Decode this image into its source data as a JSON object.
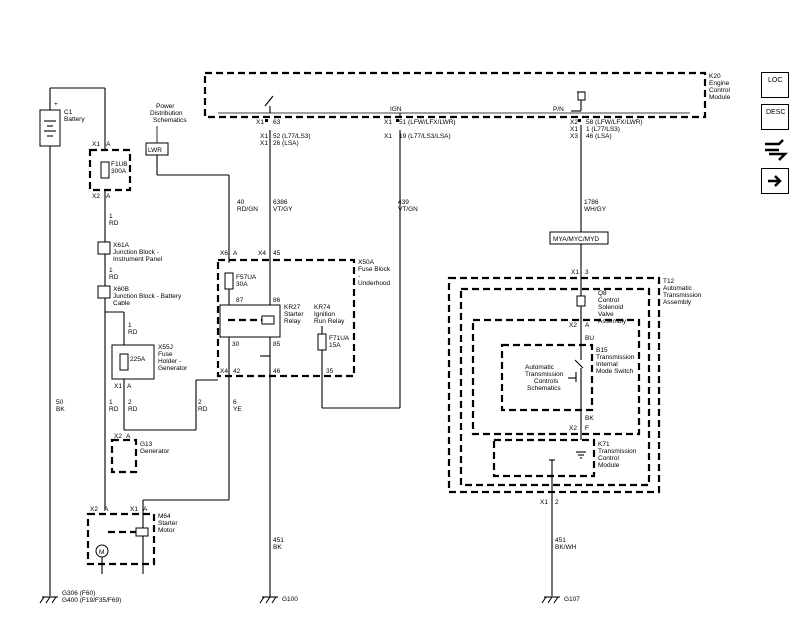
{
  "diagram": {
    "k20": {
      "id": "K20",
      "name_lines": [
        "Engine",
        "Control",
        "Module"
      ],
      "pin_ign": "IGN",
      "pin_pn": "P/N"
    },
    "c1": {
      "id": "C1",
      "name": "Battery"
    },
    "f1ub": {
      "id": "F1UB",
      "rating": "300A",
      "x1": "X1",
      "x2": "X2",
      "pin": "A"
    },
    "pds": {
      "lines": [
        "Power",
        "Distribution",
        "Schematics"
      ],
      "lwr": "LWR"
    },
    "wires": {
      "w_1rd_a": {
        "circuit": "1",
        "color": "RD"
      },
      "w_1rd_b": {
        "circuit": "1",
        "color": "RD"
      },
      "w_1rd_c": {
        "circuit": "1",
        "color": "RD"
      },
      "w_1rd_d": {
        "circuit": "1",
        "color": "RD"
      },
      "w_2rd_a": {
        "circuit": "2",
        "color": "RD"
      },
      "w_2rd_b": {
        "circuit": "2",
        "color": "RD"
      },
      "w_40": {
        "circuit": "40",
        "color": "RD/GN"
      },
      "w_6386": {
        "circuit": "6386",
        "color": "VT/GY"
      },
      "w_439": {
        "circuit": "439",
        "color": "VT/GN"
      },
      "w_1786": {
        "circuit": "1786",
        "color": "WH/GY"
      },
      "w_50": {
        "circuit": "50",
        "color": "BK"
      },
      "w_6": {
        "circuit": "6",
        "color": "YE"
      },
      "w_451a": {
        "circuit": "451",
        "color": "BK"
      },
      "w_451b": {
        "circuit": "451",
        "color": "BK/WH"
      },
      "bu": "BU",
      "bk": "BK"
    },
    "k20_conn": {
      "x1_63": "63",
      "x1_52": "52 (L77/LS3)",
      "x1_26": "26 (LSA)",
      "x1_51": "51 (LFW/LFX/LWR)",
      "x1_19": "19 (L77/LS3/LSA)",
      "x2_58": "58 (LFW/LFX/LWR)",
      "x1_1": "1 (L77/LS3)",
      "x3_46": "46 (LSA)",
      "x1": "X1",
      "x2": "X2",
      "x3": "X3"
    },
    "x61a": {
      "id": "X61A",
      "name_lines": [
        "Junction Block -",
        "Instrument Panel"
      ]
    },
    "x60b": {
      "id": "X60B",
      "name_lines": [
        "Junction Block - Battery",
        "Cable"
      ]
    },
    "x55j": {
      "id": "X55J",
      "name_lines": [
        "Fuse",
        "Holder -",
        "Generator"
      ],
      "rating": "225A",
      "x1": "X1",
      "pin": "A",
      "pin1": "1"
    },
    "g13": {
      "id": "G13",
      "name": "Generator",
      "x2": "X2",
      "pin": "A"
    },
    "m64": {
      "id": "M64",
      "name_lines": [
        "Starter",
        "Motor"
      ],
      "x1": "X1",
      "x2": "X2",
      "pin": "A",
      "motor": "M"
    },
    "x50a": {
      "id": "X50A",
      "name_lines": [
        "Fuse Block",
        "-",
        "Underhood"
      ],
      "x6": "X6",
      "pin_a": "A",
      "x4_top": "X4",
      "pin_45": "45",
      "x4_bot": "X4",
      "pin_42": "42",
      "pin_46": "46",
      "pin_35": "35"
    },
    "f57ua": {
      "id": "F57UA",
      "rating": "30A"
    },
    "kr27": {
      "id": "KR27",
      "name_lines": [
        "Starter",
        "Relay"
      ],
      "p87": "87",
      "p86": "86",
      "p30": "30",
      "p85": "85"
    },
    "kr74": {
      "id": "KR74",
      "name_lines": [
        "Ignition",
        "Run Relay"
      ]
    },
    "f71ua": {
      "id": "F71UA",
      "rating": "15A"
    },
    "myam": {
      "label": "MYA/MYC/MYD"
    },
    "t12": {
      "id": "T12",
      "name_lines": [
        "Automatic",
        "Transmission",
        "Assembly"
      ],
      "x1": "X1",
      "pin": "3"
    },
    "q8": {
      "id": "Q8",
      "name_lines": [
        "Control",
        "Solenoid",
        "Valve",
        "Assembly"
      ],
      "x2": "X2",
      "pin": "A"
    },
    "b15": {
      "id": "B15",
      "name_lines": [
        "Transmission",
        "Internal",
        "Mode Switch"
      ]
    },
    "ats": {
      "lines": [
        "Automatic",
        "Transmission",
        "Controls",
        "Schematics"
      ]
    },
    "k71": {
      "id": "K71",
      "name_lines": [
        "Transmission",
        "Control",
        "Module"
      ],
      "x2": "X2",
      "pin": "F"
    },
    "k71_conn": {
      "x1": "X1",
      "pin": "2"
    },
    "grounds": {
      "g306": "G306 (F60)",
      "g400": "G400 (F19/F35/F69)",
      "g100": "G100",
      "g107": "G107"
    }
  },
  "sidebar": {
    "loc_label": "LOC",
    "desc_label": "DESC",
    "icons": [
      "location-icon",
      "description-icon",
      "connector-icon",
      "arrow-right-icon"
    ]
  }
}
